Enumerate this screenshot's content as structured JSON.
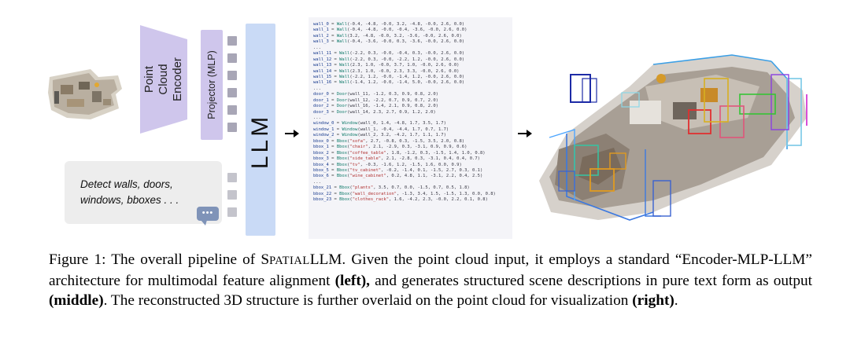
{
  "left_panel": {
    "encoder_label": "Point Cloud\nEncoder",
    "projector_label": "Projector (MLP)",
    "llm_label": "LLM",
    "prompt_text": "Detect walls, doors, windows, bboxes . . .",
    "bubble_text": "•••"
  },
  "code_lines": [
    [
      {
        "c": "v",
        "t": "wall_0"
      },
      {
        "c": "op",
        "t": " = "
      },
      {
        "c": "f",
        "t": "Wall"
      },
      {
        "c": "a",
        "t": "(-0.4, -4.8, -0.0, 3.2, -4.8, -0.0, 2.6, 0.0)"
      }
    ],
    [
      {
        "c": "v",
        "t": "wall_1"
      },
      {
        "c": "op",
        "t": " = "
      },
      {
        "c": "f",
        "t": "Wall"
      },
      {
        "c": "a",
        "t": "(-0.4, -4.8, -0.0, -0.4, -3.6, -0.0, 2.6, 0.0)"
      }
    ],
    [
      {
        "c": "v",
        "t": "wall_2"
      },
      {
        "c": "op",
        "t": " = "
      },
      {
        "c": "f",
        "t": "Wall"
      },
      {
        "c": "a",
        "t": "(3.2, -4.8, -0.0, 3.2, -3.6, -0.0, 2.6, 0.0)"
      }
    ],
    [
      {
        "c": "v",
        "t": "wall_3"
      },
      {
        "c": "op",
        "t": " = "
      },
      {
        "c": "f",
        "t": "Wall"
      },
      {
        "c": "a",
        "t": "(-0.4, -3.6, -0.0, 0.3, -3.6, -0.0, 2.6, 0.0)"
      }
    ],
    [
      {
        "c": "a",
        "t": "..."
      }
    ],
    [
      {
        "c": "v",
        "t": "wall_11"
      },
      {
        "c": "op",
        "t": " = "
      },
      {
        "c": "f",
        "t": "Wall"
      },
      {
        "c": "a",
        "t": "(-2.2, 0.3, -0.0, -0.4, 0.3, -0.0, 2.6, 0.0)"
      }
    ],
    [
      {
        "c": "v",
        "t": "wall_12"
      },
      {
        "c": "op",
        "t": " = "
      },
      {
        "c": "f",
        "t": "Wall"
      },
      {
        "c": "a",
        "t": "(-2.2, 0.3, -0.0, -2.2, 1.2, -0.0, 2.6, 0.0)"
      }
    ],
    [
      {
        "c": "v",
        "t": "wall_13"
      },
      {
        "c": "op",
        "t": " = "
      },
      {
        "c": "f",
        "t": "Wall"
      },
      {
        "c": "a",
        "t": "(2.3, 1.0, -0.0, 3.7, 1.0, -0.0, 2.6, 0.0)"
      }
    ],
    [
      {
        "c": "v",
        "t": "wall_14"
      },
      {
        "c": "op",
        "t": " = "
      },
      {
        "c": "f",
        "t": "Wall"
      },
      {
        "c": "a",
        "t": "(2.3, 1.0, -0.0, 2.3, 3.3, -0.0, 2.6, 0.0)"
      }
    ],
    [
      {
        "c": "v",
        "t": "wall_15"
      },
      {
        "c": "op",
        "t": " = "
      },
      {
        "c": "f",
        "t": "Wall"
      },
      {
        "c": "a",
        "t": "(-2.2, 1.2, -0.0, -1.4, 1.2, -0.0, 2.6, 0.0)"
      }
    ],
    [
      {
        "c": "v",
        "t": "wall_16"
      },
      {
        "c": "op",
        "t": " = "
      },
      {
        "c": "f",
        "t": "Wall"
      },
      {
        "c": "a",
        "t": "(-1.4, 1.2, -0.0, -1.4, 5.0, -0.0, 2.6, 0.0)"
      }
    ],
    [
      {
        "c": "a",
        "t": "..."
      }
    ],
    [
      {
        "c": "v",
        "t": "door_0"
      },
      {
        "c": "op",
        "t": " = "
      },
      {
        "c": "f",
        "t": "Door"
      },
      {
        "c": "a",
        "t": "(wall_11, -1.2, 0.3, 0.9, 0.8, 2.0)"
      }
    ],
    [
      {
        "c": "v",
        "t": "door_1"
      },
      {
        "c": "op",
        "t": " = "
      },
      {
        "c": "f",
        "t": "Door"
      },
      {
        "c": "a",
        "t": "(wall_12, -2.2, 0.7, 0.9, 0.7, 2.0)"
      }
    ],
    [
      {
        "c": "v",
        "t": "door_2"
      },
      {
        "c": "op",
        "t": " = "
      },
      {
        "c": "f",
        "t": "Door"
      },
      {
        "c": "a",
        "t": "(wall_16, -1.4, 2.1, 0.9, 0.8, 2.0)"
      }
    ],
    [
      {
        "c": "v",
        "t": "door_3"
      },
      {
        "c": "op",
        "t": " = "
      },
      {
        "c": "f",
        "t": "Door"
      },
      {
        "c": "a",
        "t": "(wall_14, 2.3, 2.7, 0.9, 1.2, 2.0)"
      }
    ],
    [
      {
        "c": "a",
        "t": "..."
      }
    ],
    [
      {
        "c": "v",
        "t": "window_0"
      },
      {
        "c": "op",
        "t": " = "
      },
      {
        "c": "f",
        "t": "Window"
      },
      {
        "c": "a",
        "t": "(wall_0, 1.4, -4.8, 1.7, 3.5, 1.7)"
      }
    ],
    [
      {
        "c": "v",
        "t": "window_1"
      },
      {
        "c": "op",
        "t": " = "
      },
      {
        "c": "f",
        "t": "Window"
      },
      {
        "c": "a",
        "t": "(wall_1, -0.4, -4.4, 1.7, 0.7, 1.7)"
      }
    ],
    [
      {
        "c": "v",
        "t": "window_2"
      },
      {
        "c": "op",
        "t": " = "
      },
      {
        "c": "f",
        "t": "Window"
      },
      {
        "c": "a",
        "t": "(wall_2, 3.2, -4.2, 1.7, 1.1, 1.7)"
      }
    ],
    [
      {
        "c": "v",
        "t": "bbox_0"
      },
      {
        "c": "op",
        "t": " = "
      },
      {
        "c": "f",
        "t": "Bbox"
      },
      {
        "c": "a",
        "t": "("
      },
      {
        "c": "s",
        "t": "\"sofa\""
      },
      {
        "c": "a",
        "t": ", 2.7, -0.8, 0.3, -1.5, 3.5, 2.0, 0.8)"
      }
    ],
    [
      {
        "c": "v",
        "t": "bbox_1"
      },
      {
        "c": "op",
        "t": " = "
      },
      {
        "c": "f",
        "t": "Bbox"
      },
      {
        "c": "a",
        "t": "("
      },
      {
        "c": "s",
        "t": "\"chair\""
      },
      {
        "c": "a",
        "t": ", 2.1, -2.9, 0.3, -3.1, 0.9, 0.9, 0.6)"
      }
    ],
    [
      {
        "c": "v",
        "t": "bbox_2"
      },
      {
        "c": "op",
        "t": " = "
      },
      {
        "c": "f",
        "t": "Bbox"
      },
      {
        "c": "a",
        "t": "("
      },
      {
        "c": "s",
        "t": "\"coffee_table\""
      },
      {
        "c": "a",
        "t": ", 1.8, -1.2, 0.3, -1.5, 1.4, 1.0, 0.8)"
      }
    ],
    [
      {
        "c": "v",
        "t": "bbox_3"
      },
      {
        "c": "op",
        "t": " = "
      },
      {
        "c": "f",
        "t": "Bbox"
      },
      {
        "c": "a",
        "t": "("
      },
      {
        "c": "s",
        "t": "\"side_table\""
      },
      {
        "c": "a",
        "t": ", 2.1, -2.8, 0.3, -3.1, 0.4, 0.4, 0.7)"
      }
    ],
    [
      {
        "c": "v",
        "t": "bbox_4"
      },
      {
        "c": "op",
        "t": " = "
      },
      {
        "c": "f",
        "t": "Bbox"
      },
      {
        "c": "a",
        "t": "("
      },
      {
        "c": "s",
        "t": "\"tv\""
      },
      {
        "c": "a",
        "t": ", -0.3, -1.6, 1.2, -1.5, 1.6, 0.0, 0.9)"
      }
    ],
    [
      {
        "c": "v",
        "t": "bbox_5"
      },
      {
        "c": "op",
        "t": " = "
      },
      {
        "c": "f",
        "t": "Bbox"
      },
      {
        "c": "a",
        "t": "("
      },
      {
        "c": "s",
        "t": "\"tv_cabinet\""
      },
      {
        "c": "a",
        "t": ", -0.2, -1.4, 0.1, -1.5, 2.7, 0.3, 0.1)"
      }
    ],
    [
      {
        "c": "v",
        "t": "bbox_6"
      },
      {
        "c": "op",
        "t": " = "
      },
      {
        "c": "f",
        "t": "Bbox"
      },
      {
        "c": "a",
        "t": "("
      },
      {
        "c": "s",
        "t": "\"wine_cabinet\""
      },
      {
        "c": "a",
        "t": ", 0.2, 4.8, 1.1, -3.1, 2.2, 0.4, 2.5)"
      }
    ],
    [
      {
        "c": "a",
        "t": "..."
      }
    ],
    [
      {
        "c": "v",
        "t": "bbox_21"
      },
      {
        "c": "op",
        "t": " = "
      },
      {
        "c": "f",
        "t": "Bbox"
      },
      {
        "c": "a",
        "t": "("
      },
      {
        "c": "s",
        "t": "\"plants\""
      },
      {
        "c": "a",
        "t": ", 3.5, 0.7, 0.0, -1.5, 0.7, 0.5, 1.8)"
      }
    ],
    [
      {
        "c": "v",
        "t": "bbox_22"
      },
      {
        "c": "op",
        "t": " = "
      },
      {
        "c": "f",
        "t": "Bbox"
      },
      {
        "c": "a",
        "t": "("
      },
      {
        "c": "s",
        "t": "\"wall_decoration\""
      },
      {
        "c": "a",
        "t": ", -1.3, 3.4, 1.5, -1.5, 1.3, 0.0, 0.8)"
      }
    ],
    [
      {
        "c": "v",
        "t": "bbox_23"
      },
      {
        "c": "op",
        "t": " = "
      },
      {
        "c": "f",
        "t": "Bbox"
      },
      {
        "c": "a",
        "t": "("
      },
      {
        "c": "s",
        "t": "\"clothes_rack\""
      },
      {
        "c": "a",
        "t": ", 1.6, -4.2, 2.3, -0.0, 2.2, 0.1, 0.8)"
      }
    ]
  ],
  "caption": {
    "prefix": "Figure 1: The overall pipeline of ",
    "name_cap1": "S",
    "name_small1": "PATIAL",
    "name_cap2": "LLM",
    "text1": ". Given the point cloud input, it employs a standard “Encoder-MLP-LLM” architecture for multimodal feature alignment ",
    "bold1": "(left),",
    "text2": " and generates structured scene descriptions in pure text form as output ",
    "bold2": "(middle)",
    "text3": ". The reconstructed 3D structure is further overlaid on the point cloud for visualization ",
    "bold3": "(right)",
    "text4": "."
  },
  "colors": {
    "encoder": "#cfc6ec",
    "projector": "#cfc6ec",
    "llm": "#c9daf6",
    "token": "#a8a6b6",
    "code_bg": "#f4f4f8",
    "code_var": "#1b3d8f",
    "code_func": "#0f7a6a",
    "code_string": "#b03030"
  }
}
